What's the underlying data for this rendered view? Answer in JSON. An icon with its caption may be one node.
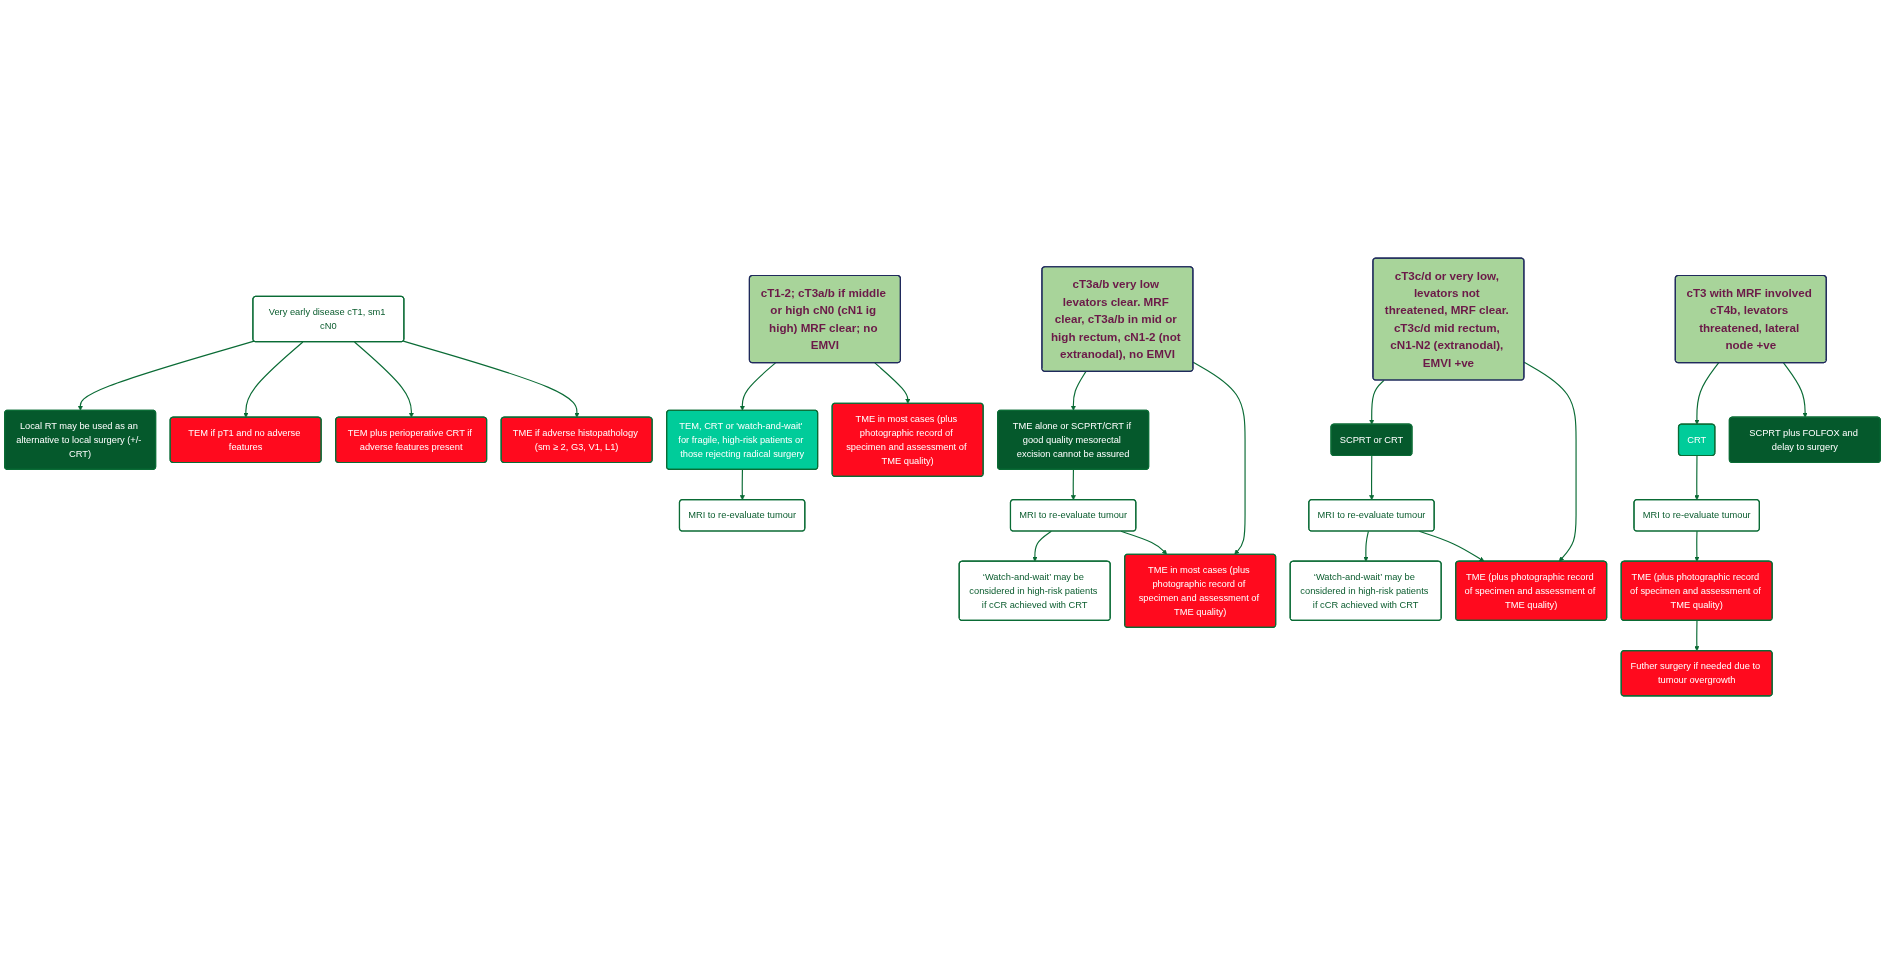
{
  "diagram": {
    "nodes": [
      {
        "text": [
          "Very early disease cT1, sm1 cN0"
        ]
      },
      {
        "text": [
          "Local RT may be used as an alternative to local surgery (+/- CRT)"
        ]
      },
      {
        "text": [
          "TEM if pT1 and no adverse features"
        ]
      },
      {
        "text": [
          "TEM plus perioperative CRT if adverse features present"
        ]
      },
      {
        "text": [
          "TME if adverse histopathology (sm ≥ 2, G3, V1, L1)"
        ]
      },
      {
        "text": [
          "cT1-2; cT3a/b if middle or high cN0 (cN1 ig high) MRF clear; no EMVI"
        ]
      },
      {
        "text": [
          "TEM, CRT or 'watch-and-wait' for fragile, high-risk patients or those rejecting radical surgery"
        ]
      },
      {
        "text": [
          "MRI to re-evaluate tumour"
        ]
      },
      {
        "text": [
          "TME in most cases (plus photographic record of specimen and assessment of TME quality)"
        ]
      },
      {
        "text": [
          "cT3a/b very low levators clear. MRF clear, cT3a/b in mid or high rectum, cN1-2 (not extranodal), no EMVI"
        ]
      },
      {
        "text": [
          "TME alone or SCPRT/CRT if good quality mesorectal excision cannot be assured"
        ]
      },
      {
        "text": [
          "MRI to re-evaluate tumour"
        ]
      },
      {
        "text": [
          "‘Watch-and-wait’ may be considered in high-risk patients if cCR achieved with CRT"
        ]
      },
      {
        "text": [
          "TME in most cases (plus photographic record of specimen and assessment of TME quality)"
        ]
      },
      {
        "text": [
          "cT3c/d or very low, levators not threatened, MRF clear. cT3c/d mid rectum, cN1-N2 (extranodal), EMVI +ve"
        ]
      },
      {
        "text": [
          "SCPRT or CRT"
        ]
      },
      {
        "text": [
          "MRI to re-evaluate tumour"
        ]
      },
      {
        "text": [
          "‘Watch-and-wait’ may be considered in high-risk patients if cCR achieved with CRT"
        ]
      },
      {
        "text": [
          "TME (plus photographic record of specimen and assessment of TME quality)"
        ]
      },
      {
        "text": [
          "cT3 with MRF involved cT4b, levators threatened, lateral node +ve"
        ]
      },
      {
        "text": [
          "CRT"
        ]
      },
      {
        "text": [
          "SCPRT plus FOLFOX and delay to surgery"
        ]
      },
      {
        "text": [
          "MRI to re-evaluate tumour"
        ]
      },
      {
        "text": [
          "TME (plus photographic record of specimen and assessment of TME quality)"
        ]
      },
      {
        "text": [
          "Futher surgery if needed due to tumour overgrowth"
        ]
      }
    ],
    "edges": [
      {
        "from": 0,
        "to": 1,
        "arrow": "to"
      },
      {
        "from": 0,
        "to": 2,
        "arrow": "to"
      },
      {
        "from": 0,
        "to": 3,
        "arrow": "to"
      },
      {
        "from": 0,
        "to": 4,
        "arrow": "to"
      },
      {
        "from": 5,
        "to": 6,
        "arrow": "to"
      },
      {
        "from": 6,
        "to": 7,
        "arrow": "to"
      },
      {
        "from": 5,
        "to": 8,
        "arrow": "to"
      },
      {
        "from": 9,
        "to": 10,
        "arrow": "to"
      },
      {
        "from": 10,
        "to": 11,
        "arrow": "to"
      },
      {
        "from": 11,
        "to": 12,
        "arrow": "to"
      },
      {
        "from": 11,
        "to": 13,
        "arrow": "to"
      },
      {
        "from": 9,
        "to": 13,
        "arrow": "to"
      },
      {
        "from": 14,
        "to": 15,
        "arrow": "to"
      },
      {
        "from": 15,
        "to": 16,
        "arrow": "to"
      },
      {
        "from": 16,
        "to": 17,
        "arrow": "to"
      },
      {
        "from": 16,
        "to": 18,
        "arrow": "to"
      },
      {
        "from": 14,
        "to": 18,
        "arrow": "to"
      },
      {
        "from": 19,
        "to": 20,
        "arrow": "to"
      },
      {
        "from": 19,
        "to": 21,
        "arrow": "to"
      },
      {
        "from": 20,
        "to": 22,
        "arrow": "to"
      },
      {
        "from": 22,
        "to": 23,
        "arrow": "to"
      },
      {
        "from": 23,
        "to": 24,
        "arrow": "to"
      }
    ]
  }
}
